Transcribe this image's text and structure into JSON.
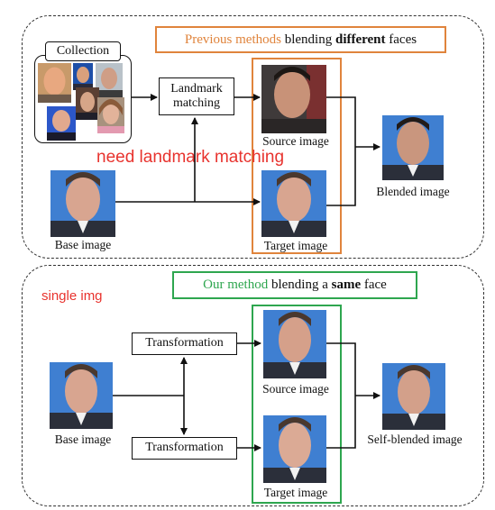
{
  "top": {
    "title": {
      "part1": "Previous methods",
      "part2": " blending ",
      "part3": "different",
      "part4": " faces"
    },
    "collection_label": "Collection",
    "landmark_box": {
      "line1": "Landmark",
      "line2": "matching"
    },
    "source_label": "Source image",
    "target_label": "Target image",
    "blended_label": "Blended image",
    "base_label": "Base image",
    "annotation": "need landmark matching"
  },
  "bottom": {
    "title": {
      "part1": "Our method",
      "part2": " blending a ",
      "part3": "same",
      "part4": " face"
    },
    "annotation": "single img",
    "transform_top": "Transformation",
    "transform_bottom": "Transformation",
    "source_label": "Source image",
    "target_label": "Target image",
    "blended_label": "Self-blended image",
    "base_label": "Base image"
  },
  "colors": {
    "accent_previous": "#e0843c",
    "accent_ours": "#2ea64f",
    "annotation": "#e8332e"
  }
}
